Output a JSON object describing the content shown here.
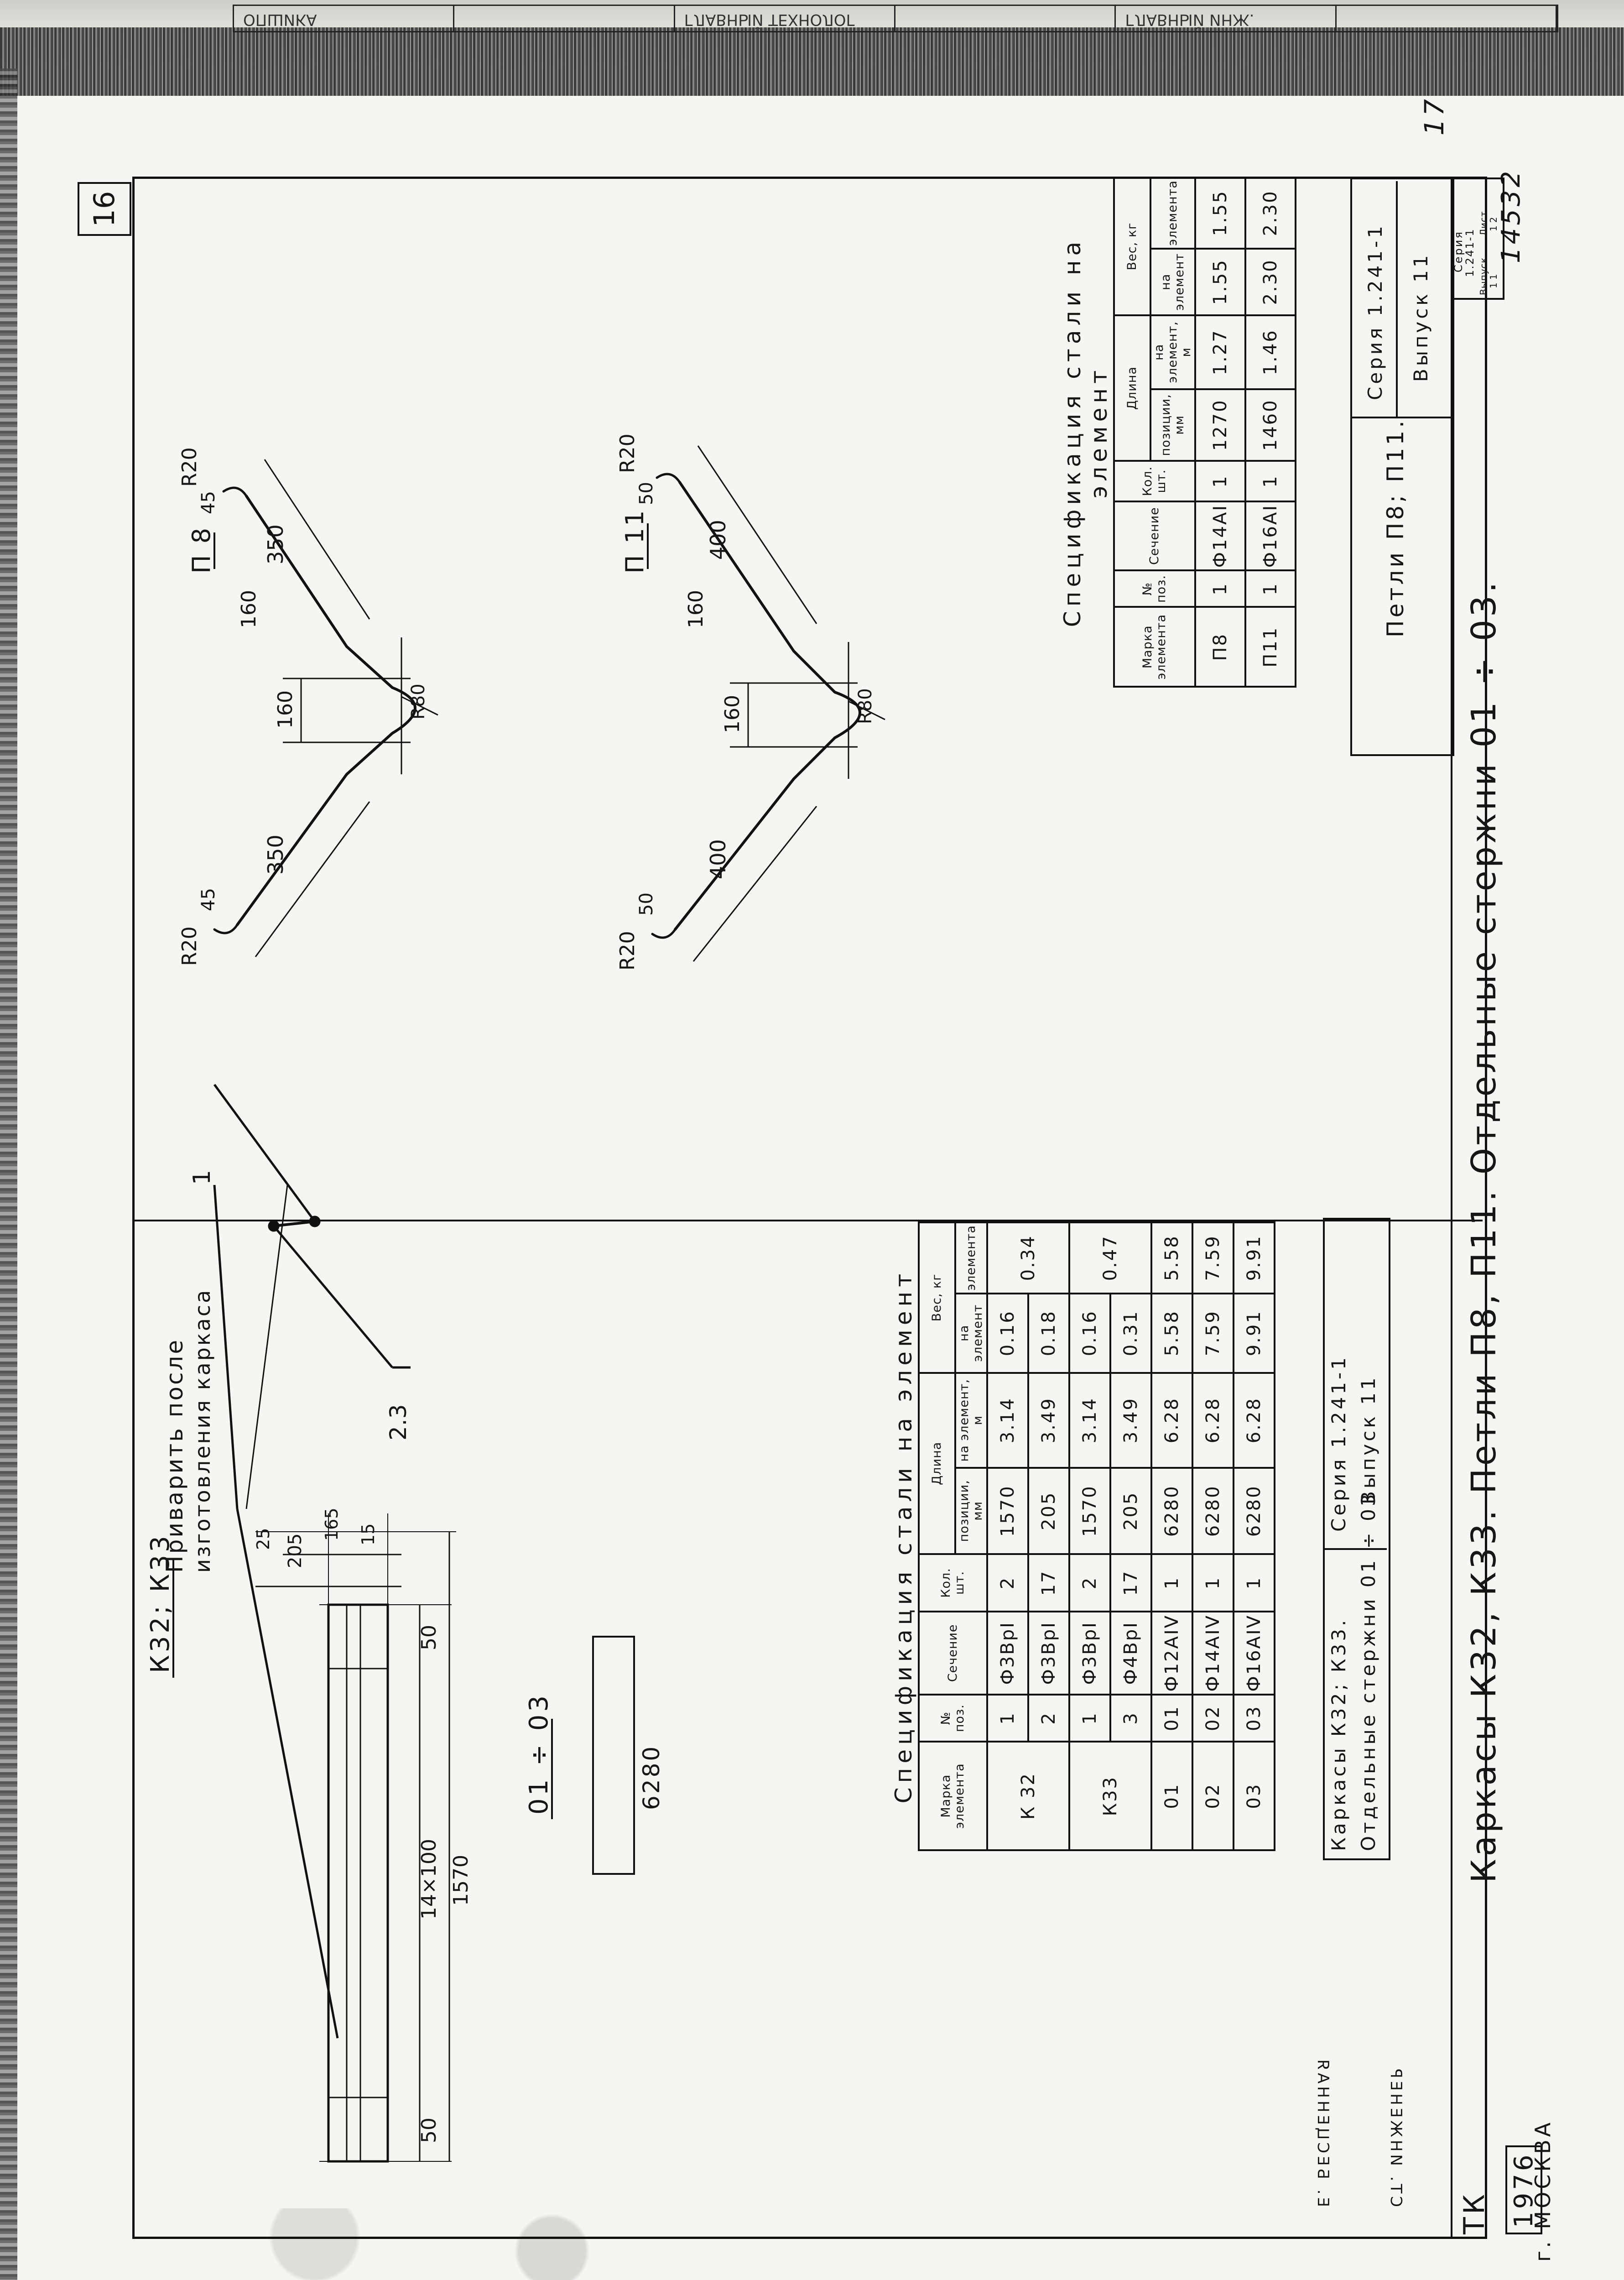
{
  "binding_strip": [
    "ОПШИКА",
    "",
    "ГЛАВНЫЙ ТЕХНОЛОГ",
    "",
    "ГЛАВНЫЙ ИНЖ.",
    ""
  ],
  "sheet_number": "16",
  "page_note": "17",
  "inventory_number": "14532",
  "corner_code": "ТК",
  "year": "1976",
  "city": "г. МОСКВА",
  "left_signatures": [
    "Е. БЕСЦЕННАЯ",
    "СТ. ИНЖЕНЕР"
  ],
  "main_title": "Каркасы К32, К33. Петли П8, П11. Отдельные стержни 01 ÷ 03.",
  "left_sheet": {
    "view1_label": "К32; К33",
    "view2_label": "01 ÷ 03",
    "bar_length": "6280",
    "weld_note_line1": "Приварить после",
    "weld_note_line2": "изготовления каркаса",
    "weld_leader_a": "1",
    "weld_leader_b": "2.3",
    "dims": {
      "d50_left": "50",
      "d14x100": "14×100",
      "d50_right": "50",
      "d1570": "1570",
      "d205": "205",
      "d165": "165",
      "d25": "25",
      "d15": "15"
    },
    "table": {
      "caption": "Спецификация стали на элемент",
      "headers": {
        "mark": "Марка элемента",
        "pos": "№ поз.",
        "section": "Сечение",
        "qty": "Кол. шт.",
        "length": "Длина",
        "len_pos": "позиции, мм",
        "len_elem": "на элемент, м",
        "weight": "Вес, кг",
        "w_elem": "на элемент",
        "w_total": "элемента"
      },
      "rows": [
        {
          "mark": "К 32",
          "pos": "1",
          "section": "Ф3ВрI",
          "qty": "2",
          "len_pos": "1570",
          "len_elem": "3.14",
          "w_elem": "0.16",
          "w_total": "0.34"
        },
        {
          "mark": "",
          "pos": "2",
          "section": "Ф3ВрI",
          "qty": "17",
          "len_pos": "205",
          "len_elem": "3.49",
          "w_elem": "0.18",
          "w_total": ""
        },
        {
          "mark": "К33",
          "pos": "1",
          "section": "Ф3ВрI",
          "qty": "2",
          "len_pos": "1570",
          "len_elem": "3.14",
          "w_elem": "0.16",
          "w_total": "0.47"
        },
        {
          "mark": "",
          "pos": "3",
          "section": "Ф4ВрI",
          "qty": "17",
          "len_pos": "205",
          "len_elem": "3.49",
          "w_elem": "0.31",
          "w_total": ""
        },
        {
          "mark": "01",
          "pos": "01",
          "section": "Ф12АIV",
          "qty": "1",
          "len_pos": "6280",
          "len_elem": "6.28",
          "w_elem": "5.58",
          "w_total": "5.58"
        },
        {
          "mark": "02",
          "pos": "02",
          "section": "Ф14АIV",
          "qty": "1",
          "len_pos": "6280",
          "len_elem": "6.28",
          "w_elem": "7.59",
          "w_total": "7.59"
        },
        {
          "mark": "03",
          "pos": "03",
          "section": "Ф16АIV",
          "qty": "1",
          "len_pos": "6280",
          "len_elem": "6.28",
          "w_elem": "9.91",
          "w_total": "9.91"
        }
      ]
    },
    "title_block": {
      "name_line1": "Каркасы К32; К33.",
      "name_line2": "Отдельные стержни 01 ÷ 03",
      "series": "Серия 1.241-1",
      "issue": "Выпуск 11"
    }
  },
  "right_sheet": {
    "loop_p8": {
      "label": "П 8",
      "leg": "350",
      "rise": "160",
      "width": "160",
      "radius_bend": "R80",
      "end_radius": "R20",
      "hook": "45"
    },
    "loop_p11": {
      "label": "П 11",
      "leg": "400",
      "rise": "160",
      "width": "160",
      "radius_bend": "R80",
      "end_radius": "R20",
      "hook": "50"
    },
    "table": {
      "caption": "Спецификация стали на элемент",
      "headers": {
        "mark": "Марка элемента",
        "pos": "№ поз.",
        "section": "Сечение",
        "qty": "Кол. шт.",
        "length": "Длина",
        "len_pos": "позиции, мм",
        "len_elem": "на элемент, м",
        "weight": "Вес, кг",
        "w_elem": "на элемент",
        "w_total": "элемента"
      },
      "rows": [
        {
          "mark": "П8",
          "pos": "1",
          "section": "Ф14АI",
          "qty": "1",
          "len_pos": "1270",
          "len_elem": "1.27",
          "w_elem": "1.55",
          "w_total": "1.55"
        },
        {
          "mark": "П11",
          "pos": "1",
          "section": "Ф16АI",
          "qty": "1",
          "len_pos": "1460",
          "len_elem": "1.46",
          "w_elem": "2.30",
          "w_total": "2.30"
        }
      ]
    },
    "title_block": {
      "name": "Петли П8; П11.",
      "series": "Серия 1.241-1",
      "issue": "Выпуск 11",
      "corner_series_label": "Серия",
      "corner_series": "1.241-1",
      "corner_issue_label": "Выпуск",
      "corner_issue": "11",
      "corner_sheet_label": "Лист",
      "corner_sheet": "12"
    }
  }
}
